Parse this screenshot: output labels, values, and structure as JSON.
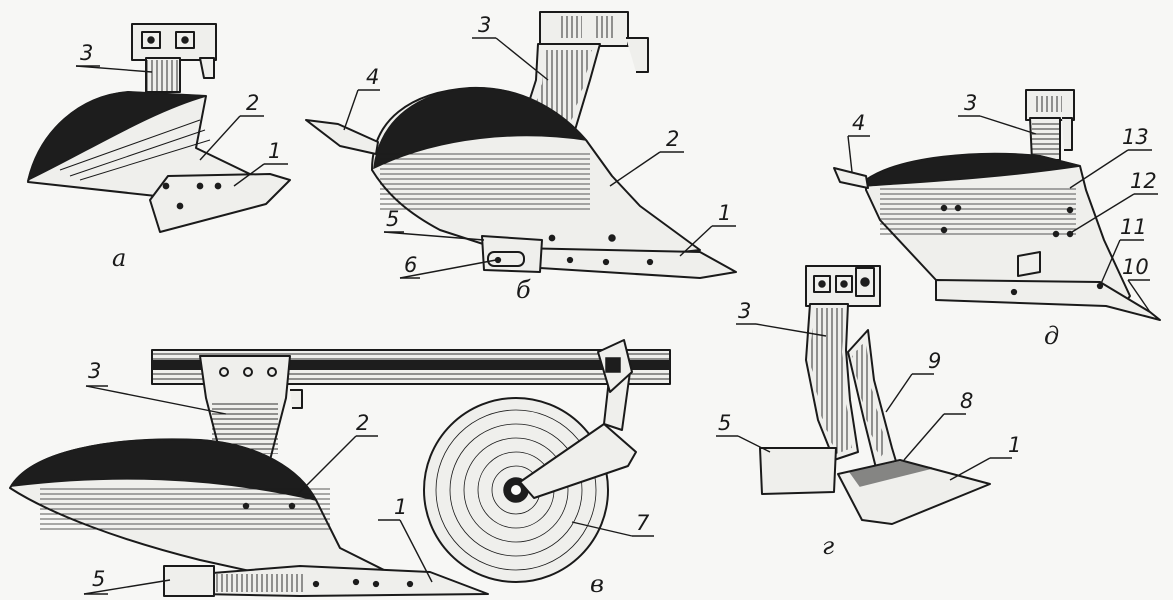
{
  "figures": {
    "a": {
      "caption": "а",
      "labels": {
        "l1": "1",
        "l2": "2",
        "l3": "3"
      }
    },
    "b": {
      "caption": "б",
      "labels": {
        "l1": "1",
        "l2": "2",
        "l3": "3",
        "l4": "4",
        "l5": "5",
        "l6": "6"
      }
    },
    "v": {
      "caption": "в",
      "labels": {
        "l1": "1",
        "l2": "2",
        "l3": "3",
        "l5": "5",
        "l7": "7"
      }
    },
    "g": {
      "caption": "г",
      "labels": {
        "l1": "1",
        "l3": "3",
        "l5": "5",
        "l8": "8",
        "l9": "9"
      }
    },
    "d": {
      "caption": "д",
      "labels": {
        "l3": "3",
        "l4": "4",
        "l10": "10",
        "l11": "11",
        "l12": "12",
        "l13": "13"
      }
    }
  }
}
